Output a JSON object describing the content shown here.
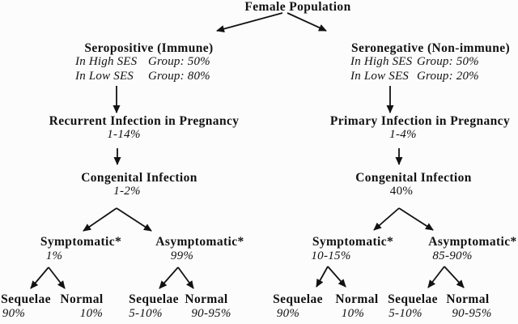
{
  "colors": {
    "background": "#fcfcfc",
    "text": "#121212",
    "line": "#121212"
  },
  "root": {
    "title": "Female Population"
  },
  "left": {
    "serostatus": {
      "heading": "Seropositive (Immune)",
      "rows": [
        {
          "label": "In High SES",
          "value": "Group: 50%"
        },
        {
          "label": "In Low SES",
          "value": "Group: 80%"
        }
      ]
    },
    "pregnancy": {
      "heading": "Recurrent Infection in Pregnancy",
      "rate": "1-14%"
    },
    "congenital": {
      "heading": "Congenital Infection",
      "rate": "1-2%"
    },
    "symptomatic": {
      "heading": "Symptomatic*",
      "rate": "1%"
    },
    "asymptomatic": {
      "heading": "Asymptomatic*",
      "rate": "99%"
    },
    "symp_sequelae": {
      "heading": "Sequelae",
      "rate": "90%"
    },
    "symp_normal": {
      "heading": "Normal",
      "rate": "10%"
    },
    "asymp_sequelae": {
      "heading": "Sequelae",
      "rate": "5-10%"
    },
    "asymp_normal": {
      "heading": "Normal",
      "rate": "90-95%"
    }
  },
  "right": {
    "serostatus": {
      "heading": "Seronegative (Non-immune)",
      "rows": [
        {
          "label": "In High SES",
          "value": "Group: 50%"
        },
        {
          "label": "In Low SES",
          "value": "Group: 20%"
        }
      ]
    },
    "pregnancy": {
      "heading": "Primary Infection in Pregnancy",
      "rate": "1-4%"
    },
    "congenital": {
      "heading": "Congenital Infection",
      "rate": "40%"
    },
    "symptomatic": {
      "heading": "Symptomatic*",
      "rate": "10-15%"
    },
    "asymptomatic": {
      "heading": "Asymptomatic*",
      "rate": "85-90%"
    },
    "symp_sequelae": {
      "heading": "Sequelae",
      "rate": "90%"
    },
    "symp_normal": {
      "heading": "Normal",
      "rate": "10%"
    },
    "asymp_sequelae": {
      "heading": "Sequelae",
      "rate": "5-10%"
    },
    "asymp_normal": {
      "heading": "Normal",
      "rate": "90-95%"
    }
  }
}
